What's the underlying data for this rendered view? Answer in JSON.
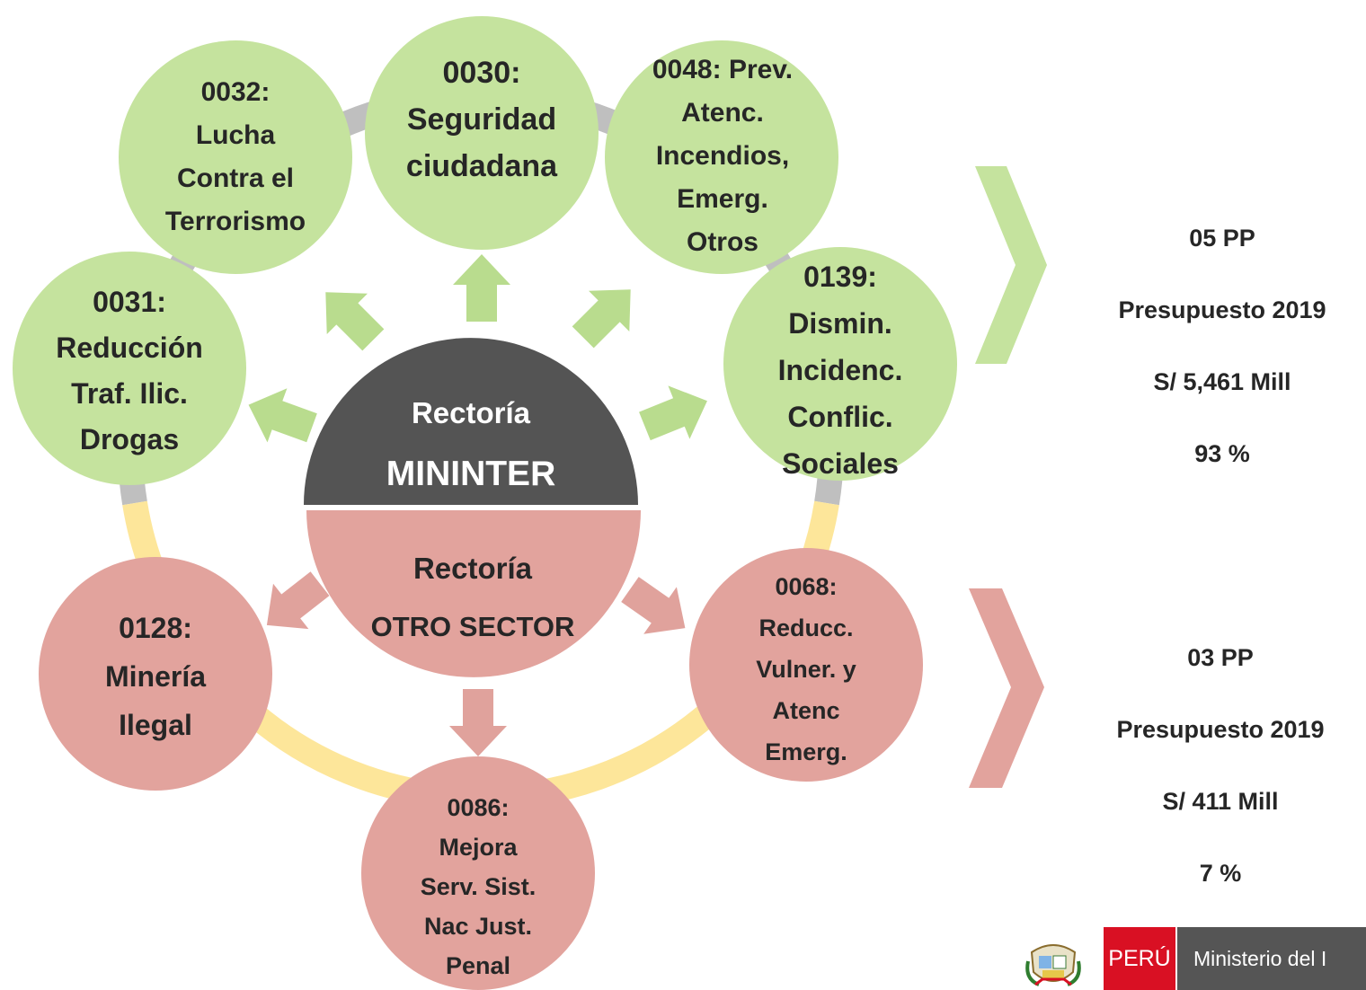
{
  "center": {
    "top_line1": "Rectoría",
    "top_line2": "MININTER",
    "bottom_line1": "Rectoría",
    "bottom_line2": "OTRO SECTOR"
  },
  "nodes_mininter": [
    {
      "id": "0032",
      "label": "0032:\nLucha\nContra el\nTerrorismo"
    },
    {
      "id": "0030",
      "label": "0030:\nSeguridad\nciudadana"
    },
    {
      "id": "0048",
      "label": "0048: Prev.\nAtenc.\nIncendios,\nEmerg.\nOtros"
    },
    {
      "id": "0031",
      "label": "0031:\nReducción\nTraf. Ilic.\nDrogas"
    },
    {
      "id": "0139",
      "label": "0139:\nDismin.\nIncidenc.\nConflic.\nSociales"
    }
  ],
  "nodes_otro": [
    {
      "id": "0128",
      "label": "0128:\nMinería\nIlegal"
    },
    {
      "id": "0068",
      "label": "0068:\nReducc.\nVulner. y\nAtenc\nEmerg."
    },
    {
      "id": "0086",
      "label": "0086:\nMejora\nServ. Sist.\nNac Just.\nPenal"
    }
  ],
  "summary_mininter": {
    "count": "05 PP",
    "line2": "Presupuesto 2019",
    "amount": "S/ 5,461 Mill",
    "pct": "93 %"
  },
  "summary_otro": {
    "count": "03 PP",
    "line2": "Presupuesto 2019",
    "amount": "S/ 411 Mill",
    "pct": "7 %"
  },
  "logo": {
    "peru": "PERÚ",
    "ministry": "Ministerio del I"
  },
  "colors": {
    "green": "#c5e39e",
    "green_arrow": "#b9dc8e",
    "pink": "#e2a39d",
    "pink_arrow": "#e0a29c",
    "dark": "#545454",
    "ring_grey": "#bfbfbf",
    "ring_yellow": "#fde69a"
  }
}
